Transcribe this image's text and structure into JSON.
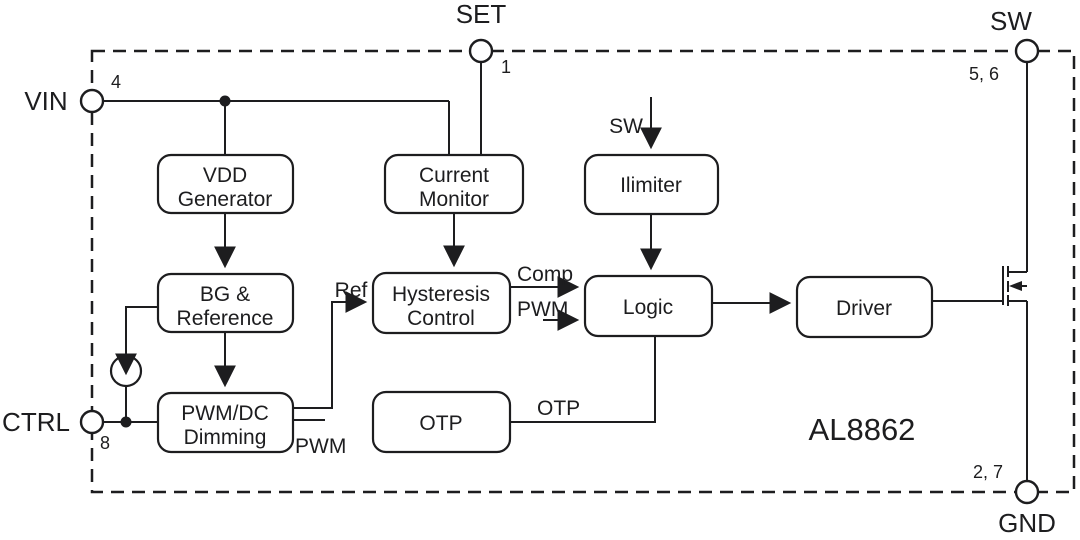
{
  "diagram": {
    "part_number": "AL8862",
    "type": "functional-block-diagram",
    "colors": {
      "background": "#ffffff",
      "line": "#1d1d1f"
    }
  },
  "pins": {
    "set": {
      "name": "SET",
      "number": "1"
    },
    "sw": {
      "name": "SW",
      "number": "5, 6"
    },
    "vin": {
      "name": "VIN",
      "number": "4"
    },
    "ctrl": {
      "name": "CTRL",
      "number": "8"
    },
    "gnd": {
      "name": "GND",
      "number": "2, 7"
    }
  },
  "blocks": {
    "vdd_generator": {
      "line1": "VDD",
      "line2": "Generator"
    },
    "current_monitor": {
      "line1": "Current",
      "line2": "Monitor"
    },
    "ilimiter": {
      "line1": "Ilimiter"
    },
    "bg_reference": {
      "line1": "BG &",
      "line2": "Reference"
    },
    "hysteresis_control": {
      "line1": "Hysteresis",
      "line2": "Control"
    },
    "logic": {
      "line1": "Logic"
    },
    "driver": {
      "line1": "Driver"
    },
    "pwm_dc_dimming": {
      "line1": "PWM/DC",
      "line2": "Dimming"
    },
    "otp": {
      "line1": "OTP"
    }
  },
  "signals": {
    "sw_internal": "SW",
    "ref": "Ref",
    "comp": "Comp",
    "pwm_to_logic": "PWM",
    "pwm_from_dimming": "PWM",
    "otp_signal": "OTP"
  }
}
